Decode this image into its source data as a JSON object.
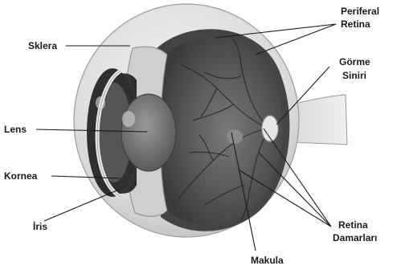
{
  "labels": {
    "sklera": "Sklera",
    "lens": "Lens",
    "kornea": "Kornea",
    "iris": "İris",
    "periferal_retina_1": "Periferal",
    "periferal_retina_2": "Retina",
    "gorme_siniri_1": "Görme",
    "gorme_siniri_2": "Siniri",
    "retina_damarlari_1": "Retina",
    "retina_damarlari_2": "Damarları",
    "makula": "Makula"
  },
  "colors": {
    "background": "#ffffff",
    "label_text": "#1a1a1a",
    "leader_line": "#1a1a1a"
  }
}
